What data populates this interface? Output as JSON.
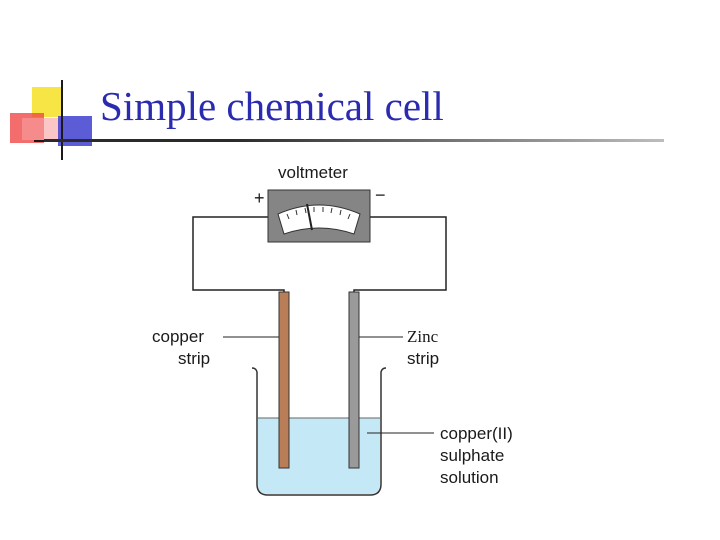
{
  "title": "Simple chemical cell",
  "labels": {
    "voltmeter": "voltmeter",
    "plus": "+",
    "minus": "−",
    "copper_line1": "copper",
    "copper_line2": "strip",
    "zinc_line1": "Zinc",
    "zinc_line2": "strip",
    "solution_line1": "copper(II)",
    "solution_line2": "sulphate",
    "solution_line3": "solution"
  },
  "colors": {
    "title": "#2b2bb0",
    "copper_strip": "#b97d58",
    "zinc_strip": "#9a9a9a",
    "solution": "#c5e8f6",
    "voltmeter_body": "#858585"
  }
}
